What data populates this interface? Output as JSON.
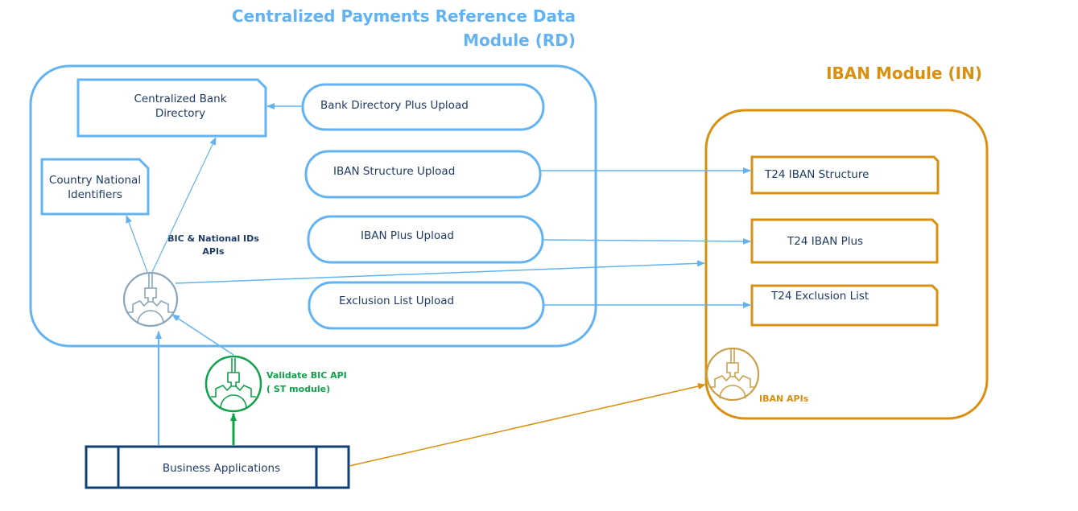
{
  "colors": {
    "rd_blue": "#63b3f2",
    "in_orange": "#d98f0f",
    "api_grey": "#8aa6b8",
    "green": "#10a24a",
    "navy": "#1f3b63",
    "business_border": "#0f3f75"
  },
  "rd_module": {
    "title_line1": "Centralized Payments Reference Data",
    "title_line2": "Module (RD)",
    "boxes": {
      "bank_directory": {
        "line1": "Centralized Bank",
        "line2": "Directory"
      },
      "country_ids": {
        "line1": "Country National",
        "line2": "Identifiers"
      }
    },
    "uploads": [
      {
        "label": "Bank Directory Plus Upload"
      },
      {
        "label": "IBAN Structure Upload"
      },
      {
        "label": "IBAN Plus Upload"
      },
      {
        "label": "Exclusion List Upload"
      }
    ],
    "api": {
      "line1": "BIC & National IDs",
      "line2": "APIs",
      "icon": "plug-gear-icon"
    }
  },
  "validate_api": {
    "line1": "Validate BIC API",
    "line2": "( ST module)",
    "icon": "plug-gear-icon"
  },
  "in_module": {
    "title": "IBAN Module (IN)",
    "tables": [
      {
        "label": "T24 IBAN Structure"
      },
      {
        "label": "T24 IBAN Plus"
      },
      {
        "label": "T24 Exclusion List"
      }
    ],
    "api": {
      "label": "IBAN APIs",
      "icon": "plug-gear-icon"
    }
  },
  "business_apps": {
    "label": "Business Applications"
  }
}
